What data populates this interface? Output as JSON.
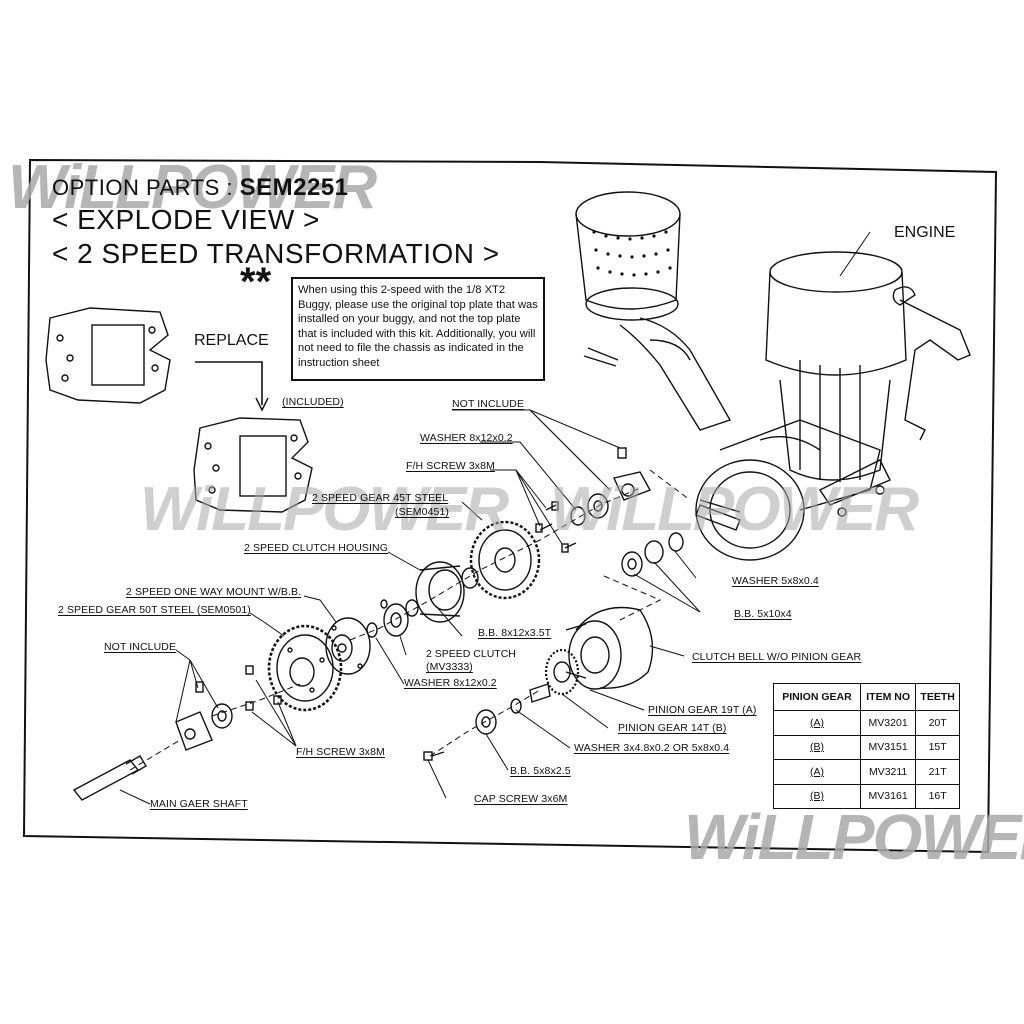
{
  "header": {
    "prefix": "OPTION PARTS : ",
    "part_code": "SEM2251",
    "line2": "< EXPLODE VIEW >",
    "line3": "< 2 SPEED TRANSFORMATION >"
  },
  "note": {
    "marker": "**",
    "text": "When using this 2-speed with the 1/8 XT2 Buggy, please use the original top plate that was installed on your buggy, and not the top plate that is included with this kit.  Additionally, you will not need to file the chassis as indicated in the instruction sheet"
  },
  "watermark": "WiLLPOWER",
  "labels": {
    "replace": "REPLACE",
    "included": "(INCLUDED)",
    "engine": "ENGINE",
    "not_include_top": "NOT INCLUDE",
    "washer_8x12_top": "WASHER 8x12x0.2",
    "fh_screw_top": "F/H SCREW 3x8M",
    "gear_45t": "2 SPEED GEAR 45T STEEL",
    "gear_45t_code": "(SEM0451)",
    "clutch_housing": "2 SPEED CLUTCH HOUSING",
    "one_way_mount": "2 SPEED ONE WAY MOUNT W/B.B.",
    "gear_50t": "2 SPEED GEAR 50T STEEL (SEM0501)",
    "not_include_left": "NOT INCLUDE",
    "washer_5x8": "WASHER 5x8x0.4",
    "bb_5x10x4": "B.B. 5x10x4",
    "bb_8x12": "B.B. 8x12x3.5T",
    "clutch_2speed": "2 SPEED CLUTCH",
    "clutch_2speed_code": "(MV3333)",
    "washer_8x12_bottom": "WASHER 8x12x0.2",
    "clutch_bell": "CLUTCH BELL W/O PINION GEAR",
    "pinion_19t": "PINION GEAR 19T (A)",
    "pinion_14t": "PINION GEAR 14T (B)",
    "washer_3x4": "WASHER 3x4.8x0.2 OR 5x8x0.4",
    "fh_screw_bottom": "F/H SCREW 3x8M",
    "bb_5x8": "B.B. 5x8x2.5",
    "cap_screw": "CAP SCREW 3x6M",
    "main_shaft": "MAIN GAER SHAFT"
  },
  "pinion_table": {
    "headers": [
      "PINION GEAR",
      "ITEM NO",
      "TEETH"
    ],
    "rows": [
      [
        "(A)",
        "MV3201",
        "20T"
      ],
      [
        "(B)",
        "MV3151",
        "15T"
      ],
      [
        "(A)",
        "MV3211",
        "21T"
      ],
      [
        "(B)",
        "MV3161",
        "16T"
      ]
    ]
  }
}
